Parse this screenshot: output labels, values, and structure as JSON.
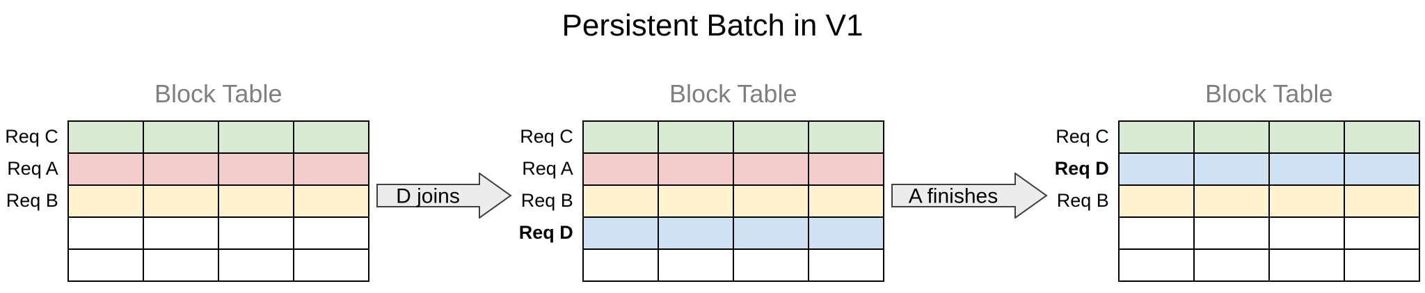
{
  "title": "Persistent Batch in V1",
  "colors": {
    "req_c": "#d9ead3",
    "req_a": "#f4cccc",
    "req_b": "#fff2cc",
    "req_d": "#cfe2f3",
    "empty": "#ffffff",
    "arrow_fill": "#ececec",
    "arrow_stroke": "#404040"
  },
  "arrows": [
    {
      "label": "D joins"
    },
    {
      "label": "A finishes"
    }
  ],
  "tables": [
    {
      "title": "Block Table",
      "columns": 4,
      "rows": [
        {
          "label": "Req C",
          "bold": false,
          "color": "req_c"
        },
        {
          "label": "Req A",
          "bold": false,
          "color": "req_a"
        },
        {
          "label": "Req B",
          "bold": false,
          "color": "req_b"
        },
        {
          "label": "",
          "bold": false,
          "color": "empty"
        },
        {
          "label": "",
          "bold": false,
          "color": "empty"
        }
      ]
    },
    {
      "title": "Block Table",
      "columns": 4,
      "rows": [
        {
          "label": "Req C",
          "bold": false,
          "color": "req_c"
        },
        {
          "label": "Req A",
          "bold": false,
          "color": "req_a"
        },
        {
          "label": "Req B",
          "bold": false,
          "color": "req_b"
        },
        {
          "label": "Req D",
          "bold": true,
          "color": "req_d"
        },
        {
          "label": "",
          "bold": false,
          "color": "empty"
        }
      ]
    },
    {
      "title": "Block Table",
      "columns": 4,
      "rows": [
        {
          "label": "Req C",
          "bold": false,
          "color": "req_c"
        },
        {
          "label": "Req D",
          "bold": true,
          "color": "req_d"
        },
        {
          "label": "Req B",
          "bold": false,
          "color": "req_b"
        },
        {
          "label": "",
          "bold": false,
          "color": "empty"
        },
        {
          "label": "",
          "bold": false,
          "color": "empty"
        }
      ]
    }
  ]
}
